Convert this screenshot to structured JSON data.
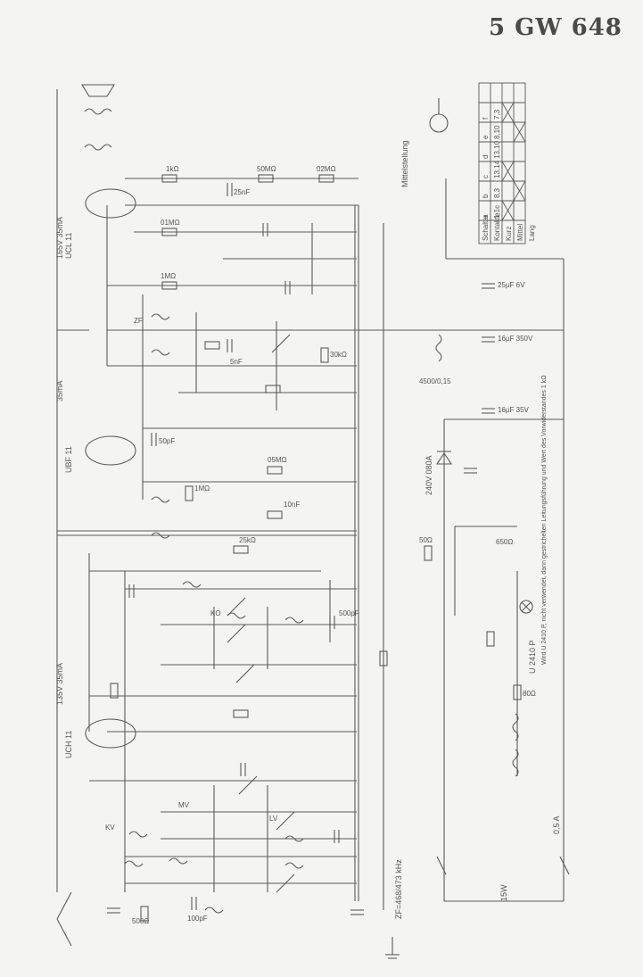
{
  "title": "5 GW 648",
  "tubes": [
    {
      "name": "UCL 11",
      "note": "165V 35mA"
    },
    {
      "name": "UBF 11",
      "note": "35mA"
    },
    {
      "name": "UCH 11",
      "note": "135V 35mA"
    }
  ],
  "selector_label": "Mittelstellung",
  "zf_freq": "ZF=468/473 kHz",
  "rectifier": "240V 080A",
  "pilot_note": "Wird U 2410 P, nicht verwendet, dann gestrichelten Leitungsführung und Wert des Vorwiderstandes 1 kΩ",
  "lamp_label": "U 2410 P",
  "mains_label": "15W",
  "fuse_label": "0,5 A",
  "switch_table": {
    "headers": [
      "Schalter",
      "a",
      "b",
      "c",
      "d",
      "e",
      "f"
    ],
    "rows": [
      [
        "Kontakte",
        "1,1c",
        "8,3",
        "13,14",
        "13,10",
        "8,10",
        "7,3"
      ],
      [
        "Kurz",
        "",
        "",
        "",
        "",
        "",
        ""
      ],
      [
        "Mittel",
        "",
        "",
        "",
        "",
        "",
        ""
      ],
      [
        "Lang",
        "",
        "",
        "",
        "",
        "",
        ""
      ]
    ]
  },
  "component_labels": [
    {
      "id": "c-r-1k",
      "text": "1kΩ"
    },
    {
      "id": "c-r-50m",
      "text": "50MΩ"
    },
    {
      "id": "c-r-02m",
      "text": "02MΩ"
    },
    {
      "id": "c-c-25n",
      "text": "25nF"
    },
    {
      "id": "c-r-01m",
      "text": "01MΩ"
    },
    {
      "id": "c-r-1m",
      "text": "1MΩ"
    },
    {
      "id": "c-c-5n",
      "text": "5nF"
    },
    {
      "id": "c-r-05m",
      "text": "05MΩ"
    },
    {
      "id": "c-c-10n",
      "text": "10nF"
    },
    {
      "id": "c-r-1m2",
      "text": "1MΩ"
    },
    {
      "id": "c-c-50p",
      "text": "50pF"
    },
    {
      "id": "c-r-25k",
      "text": "25kΩ"
    },
    {
      "id": "c-r-30k",
      "text": "30kΩ"
    },
    {
      "id": "c-c-100p",
      "text": "100pF"
    },
    {
      "id": "c-c-500p",
      "text": "500pF"
    },
    {
      "id": "c-r-50",
      "text": "50Ω"
    },
    {
      "id": "c-r-650",
      "text": "650Ω"
    },
    {
      "id": "c-r-80",
      "text": "80Ω"
    },
    {
      "id": "c-r-500",
      "text": "500Ω"
    },
    {
      "id": "c-c-16u",
      "text": "16µF 35V"
    },
    {
      "id": "c-c-25u",
      "text": "25µF 6V"
    },
    {
      "id": "c-c-16u2",
      "text": "16µF 350V"
    },
    {
      "id": "c-r-4500",
      "text": "4500/0,15"
    },
    {
      "id": "c-zf",
      "text": "ZF"
    },
    {
      "id": "c-kv",
      "text": "KV"
    },
    {
      "id": "c-mv",
      "text": "MV"
    },
    {
      "id": "c-lv",
      "text": "LV"
    },
    {
      "id": "c-osz",
      "text": "KO"
    }
  ]
}
